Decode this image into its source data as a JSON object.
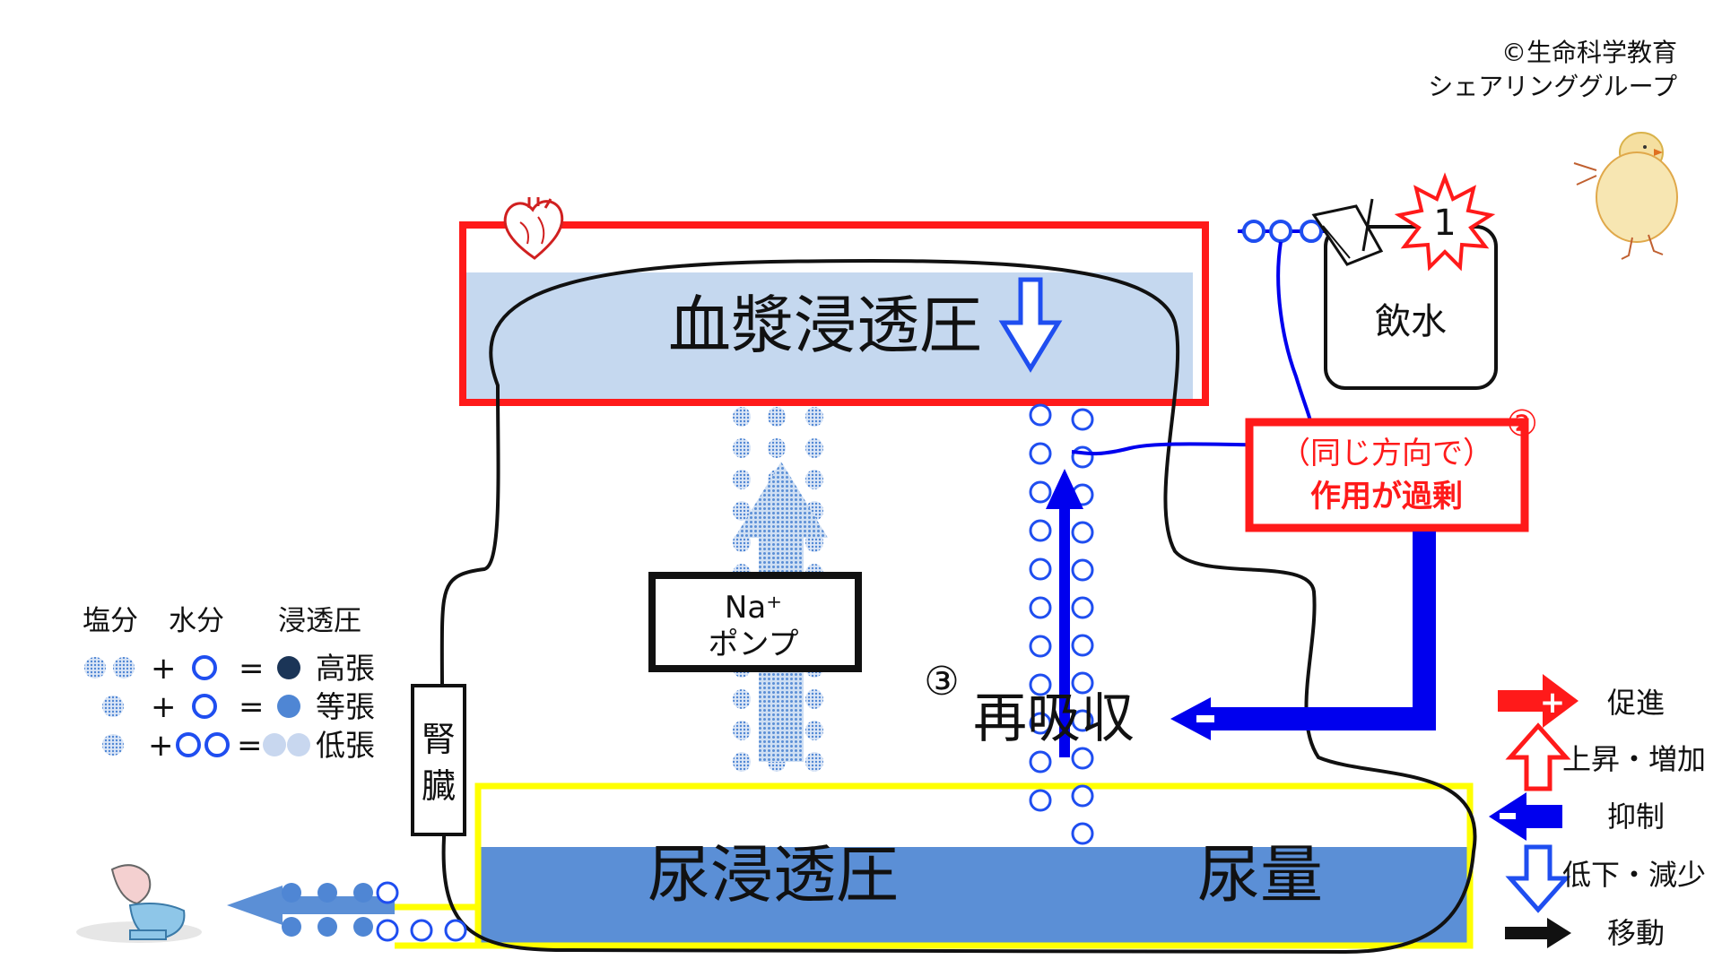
{
  "copyright": {
    "line1": "©生命科学教育",
    "line2": "シェアリンググループ"
  },
  "plasma": {
    "label": "血漿浸透圧"
  },
  "urine": {
    "osmotic_label": "尿浸透圧",
    "volume_label": "尿量"
  },
  "kidney": {
    "label": "腎臓"
  },
  "pump": {
    "line1": "Na⁺",
    "line2": "ポンプ"
  },
  "drinking": {
    "label": "飲水",
    "marker": "1"
  },
  "excess": {
    "marker": "②",
    "line1": "（同じ方向で）",
    "line2": "作用が過剰"
  },
  "reabsorption": {
    "marker": "③",
    "label": "再吸収"
  },
  "tonicity_legend": {
    "headers": {
      "salt": "塩分",
      "water": "水分",
      "osmotic": "浸透圧"
    },
    "rows": [
      {
        "plus": "+",
        "equals": "=",
        "label": "高張"
      },
      {
        "plus": "+",
        "equals": "=",
        "label": "等張"
      },
      {
        "plus": "+",
        "equals": "=",
        "label": "低張"
      }
    ]
  },
  "arrow_legend": [
    {
      "label": "促進",
      "symbol": "+"
    },
    {
      "label": "上昇・増加"
    },
    {
      "label": "抑制",
      "symbol": "−"
    },
    {
      "label": "低下・減少"
    },
    {
      "label": "移動"
    }
  ],
  "colors": {
    "red": "#ff1a1a",
    "blue": "#0000ee",
    "plasma_fill": "#c5d8ef",
    "urine_fill": "#5b8fd6",
    "yellow": "#ffff00",
    "dark_navy": "#1b3557",
    "dot_blue": "#4f86d4",
    "legend_blue": "#1f4ef0"
  },
  "icons": [
    "heart-icon",
    "toilet-icon",
    "cup-icon",
    "starburst-icon",
    "chick-icon"
  ]
}
